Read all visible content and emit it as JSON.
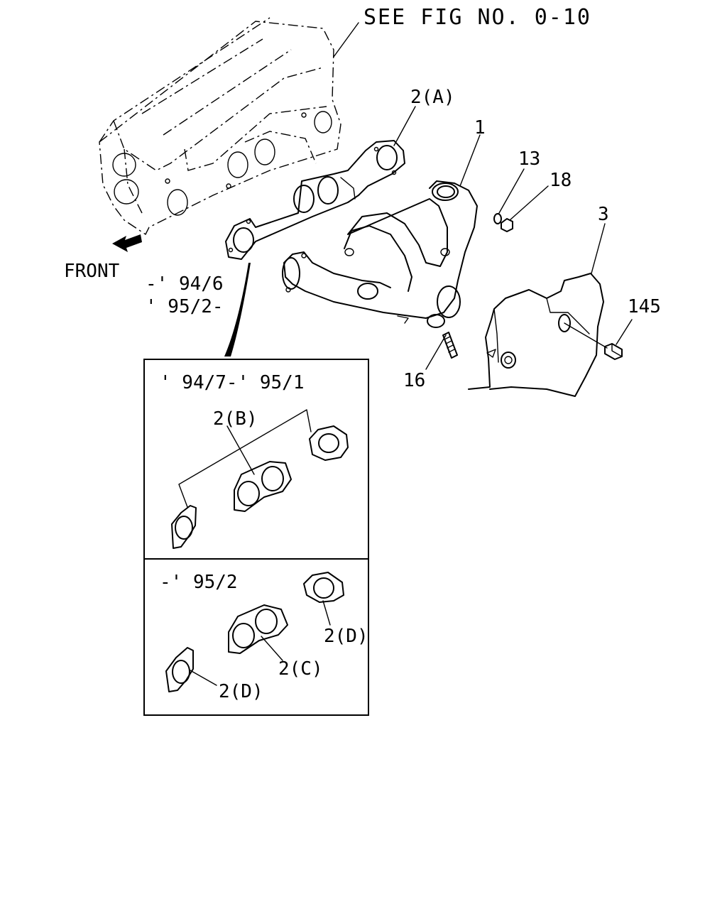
{
  "diagram": {
    "reference_note": "SEE FIG NO. 0-10",
    "front_label": "FRONT",
    "date_range_main_1": "-' 94/6",
    "date_range_main_2": "' 95/2-",
    "inset_top": {
      "date_range": "' 94/7-' 95/1",
      "labels": {
        "gasket_b": "2(B)"
      }
    },
    "inset_bottom": {
      "date_range": "-' 95/2",
      "labels": {
        "gasket_c": "2(C)",
        "gasket_d_upper": "2(D)",
        "gasket_d_lower": "2(D)"
      }
    },
    "callouts": {
      "manifold": "1",
      "gasket_a": "2(A)",
      "heat_shield": "3",
      "washer": "13",
      "nut": "18",
      "stud": "16",
      "bolt": "145"
    }
  }
}
